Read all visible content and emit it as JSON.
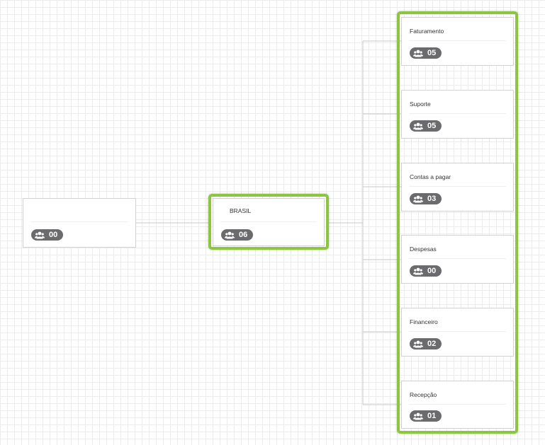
{
  "colors": {
    "highlight": "#8cc63f",
    "badge": "#6b6b6e",
    "connector": "#c8c8c8"
  },
  "icons": {
    "members": "users-group-icon"
  },
  "root": {
    "title": "",
    "count": "00"
  },
  "country": {
    "title": "BRASIL",
    "count": "06"
  },
  "departments": [
    {
      "title": "Faturamento",
      "count": "05"
    },
    {
      "title": "Suporte",
      "count": "05"
    },
    {
      "title": "Contas a pagar",
      "count": "03"
    },
    {
      "title": "Despesas",
      "count": "00"
    },
    {
      "title": "Financeiro",
      "count": "02"
    },
    {
      "title": "Recepção",
      "count": "01"
    }
  ]
}
